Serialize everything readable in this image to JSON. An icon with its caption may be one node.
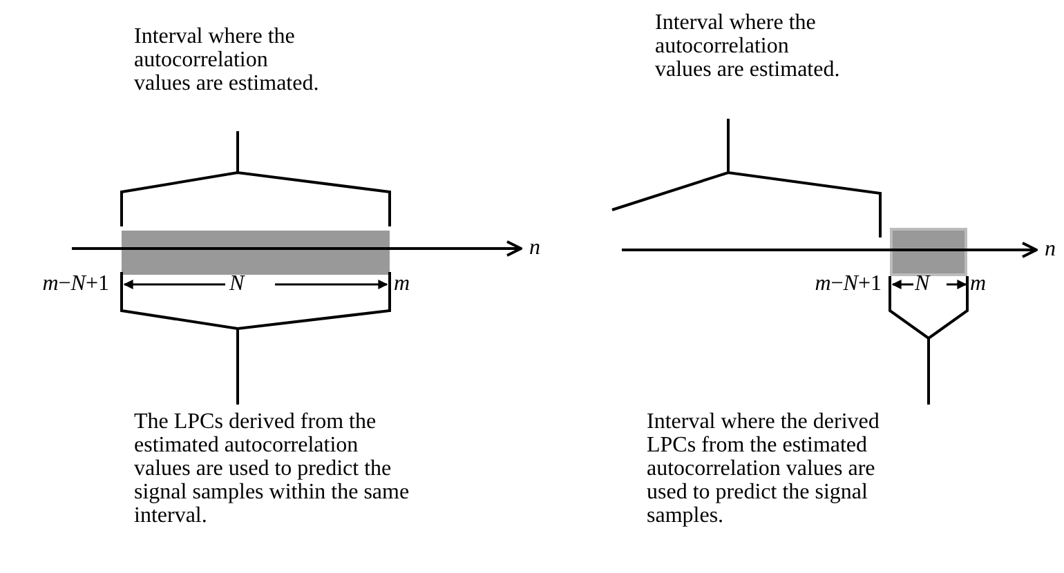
{
  "diagram": {
    "labels": [
      "Interval where the autocorrelation values are estimated.",
      "Interval where the autocorrelation values are estimated.",
      "*n*",
      "*n*",
      "*m*−*N*+1",
      "*N*",
      "*m*",
      "*m*−*N*+1",
      "*N*",
      "*m*",
      "The LPCs derived from the estimated autocorrelation values are used to predict the signal samples within the same interval.",
      "Interval where the derived LPCs from the estimated autocorrelation values are used to predict the signal samples."
    ]
  }
}
